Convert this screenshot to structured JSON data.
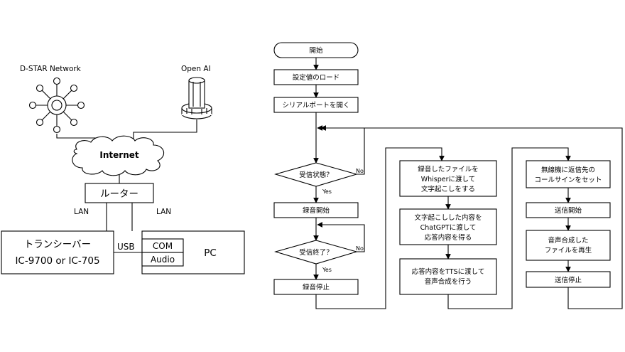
{
  "network": {
    "dstar_label": "D-STAR Network",
    "openai_label": "Open AI",
    "internet_label": "Internet",
    "router_label": "ルーター",
    "lan_left": "LAN",
    "lan_right": "LAN",
    "transceiver_line1": "トランシーバー",
    "transceiver_line2": "IC-9700 or IC-705",
    "usb_label": "USB",
    "com_label": "COM",
    "audio_label": "Audio",
    "pc_label": "PC"
  },
  "flow": {
    "start": "開始",
    "load_settings": "設定値のロード",
    "open_serial": "シリアルポートを開く",
    "rx_status": "受信状態？",
    "no1": "No",
    "yes1": "Yes",
    "rec_start": "録音開始",
    "rx_end": "受信終了？",
    "no2": "No",
    "yes2": "Yes",
    "rec_stop": "録音停止",
    "whisper_l1": "録音したファイルを",
    "whisper_l2": "Whisperに渡して",
    "whisper_l3": "文字起こしをする",
    "chatgpt_l1": "文字起こしした内容を",
    "chatgpt_l2": "ChatGPTに渡して",
    "chatgpt_l3": "応答内容を得る",
    "tts_l1": "応答内容をTTSに渡して",
    "tts_l2": "音声合成を行う",
    "callsign_l1": "無線機に返信先の",
    "callsign_l2": "コールサインをセット",
    "tx_start": "送信開始",
    "play_l1": "音声合成した",
    "play_l2": "ファイルを再生",
    "tx_stop": "送信停止"
  }
}
